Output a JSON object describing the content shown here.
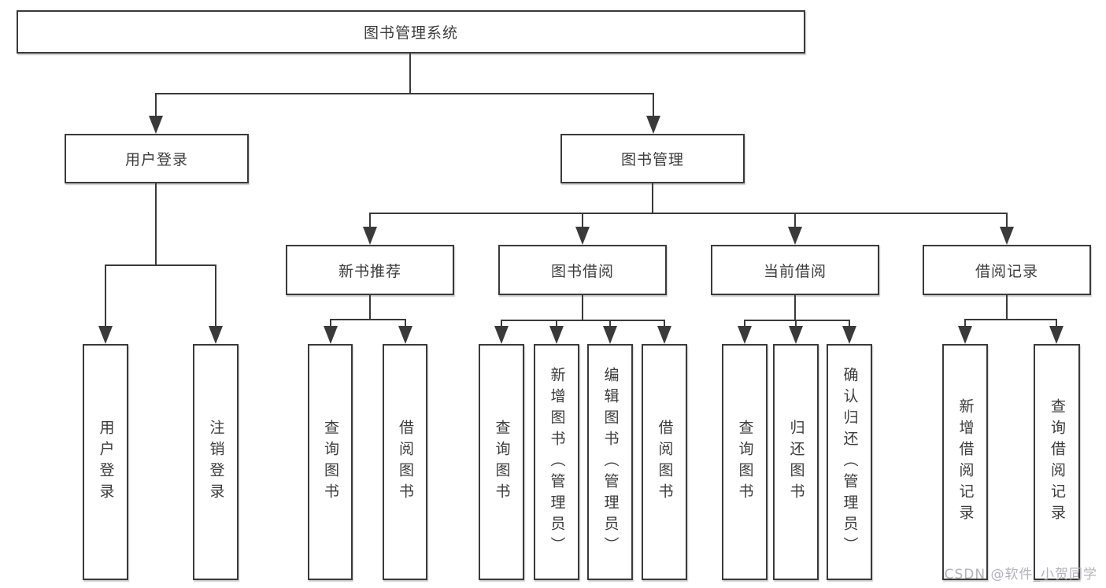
{
  "colors": {
    "line": "#3a3a3a",
    "text": "#3c3c3c",
    "background": "#ffffff",
    "watermark": "#b2b2ba"
  },
  "tree": {
    "root": {
      "label": "图书管理系统",
      "children": [
        {
          "label": "用户登录",
          "children": [
            {
              "label": "用户登录"
            },
            {
              "label": "注销登录"
            }
          ]
        },
        {
          "label": "图书管理",
          "children": [
            {
              "label": "新书推荐",
              "children": [
                {
                  "label": "查询图书"
                },
                {
                  "label": "借阅图书"
                }
              ]
            },
            {
              "label": "图书借阅",
              "children": [
                {
                  "label": "查询图书"
                },
                {
                  "label": "新增图书（管理员）"
                },
                {
                  "label": "编辑图书（管理员）"
                },
                {
                  "label": "借阅图书"
                }
              ]
            },
            {
              "label": "当前借阅",
              "children": [
                {
                  "label": "查询图书"
                },
                {
                  "label": "归还图书"
                },
                {
                  "label": "确认归还（管理员）"
                }
              ]
            },
            {
              "label": "借阅记录",
              "children": [
                {
                  "label": "新增借阅记录"
                },
                {
                  "label": "查询借阅记录"
                }
              ]
            }
          ]
        }
      ]
    }
  },
  "watermark": {
    "text": "CSDN @软件_小贺同学"
  }
}
